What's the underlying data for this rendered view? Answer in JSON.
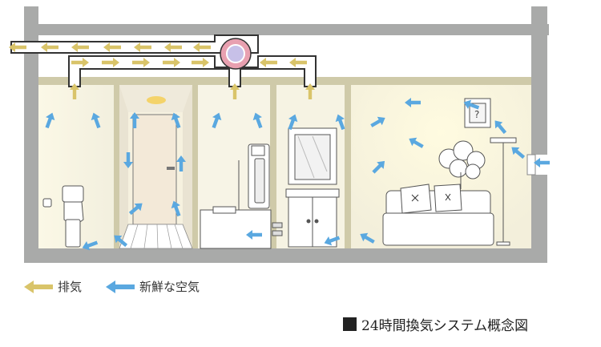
{
  "legend": {
    "exhaust": "排気",
    "fresh_air": "新鮮な空気"
  },
  "caption": "24時間換気システム概念図",
  "picture_note": "?",
  "colors": {
    "exhaust_arrow": "#d9c46a",
    "fresh_arrow": "#5aa8e0",
    "wall": "#a9aaa9",
    "beam": "#cfcaa9",
    "duct_fill": "#ffffff",
    "duct_stroke": "#333333",
    "fan_ring": "#e8a0b0",
    "fan_center": "#c7c0e8"
  }
}
